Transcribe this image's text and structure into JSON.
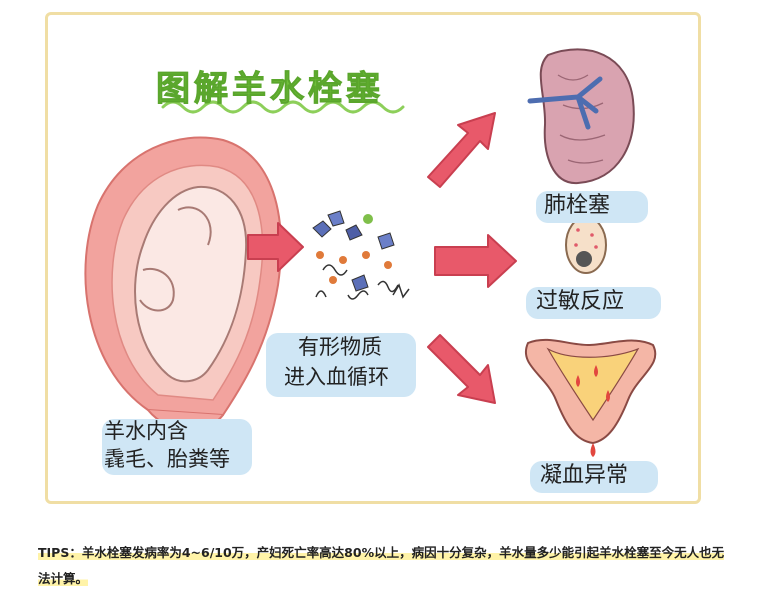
{
  "diagram": {
    "title": "图解羊水栓塞",
    "center_label_line1": "有形物质",
    "center_label_line2": "进入血循环",
    "fetus_label_line1": "羊水内含",
    "fetus_label_line2": "毳毛、胎粪等",
    "outcomes": [
      {
        "label": "肺栓塞"
      },
      {
        "label": "过敏反应"
      },
      {
        "label": "凝血异常"
      }
    ]
  },
  "tips": {
    "text": "TIPS：羊水栓塞发病率为4~6/10万，产妇死亡率高达80%以上，病因十分复杂，羊水量多少能引起羊水栓塞至今无人也无法计算。"
  },
  "colors": {
    "frame_border": "#f0dea4",
    "title_green": "#6fbf3a",
    "arrow_red": "#e8596a",
    "label_blue": "#cfe6f5",
    "highlight_yellow": "#fff3a8",
    "uterus_pink": "#f2a39e",
    "lung_pink": "#d9a3b0"
  }
}
